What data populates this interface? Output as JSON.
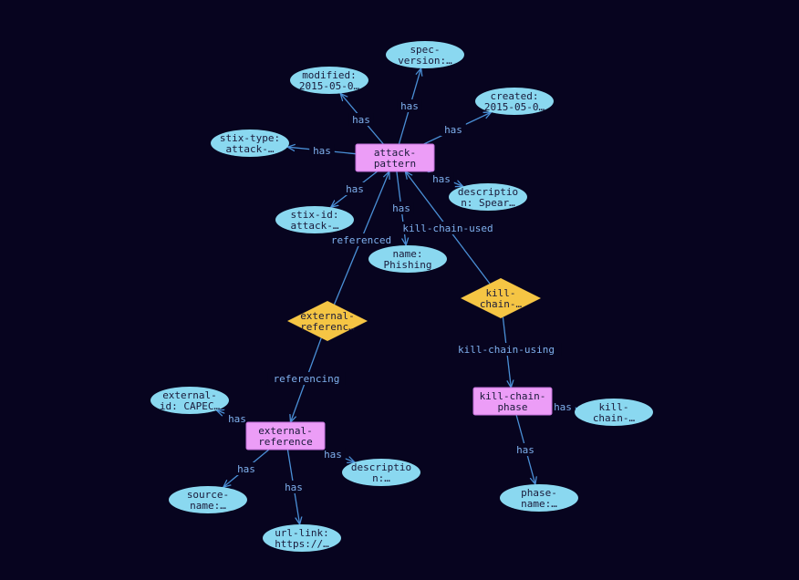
{
  "theme": {
    "background": "#07041f",
    "edge_color": "#4a8fd6",
    "edge_label_color": "#7fb0ee",
    "entity_fill": "#ec9df7",
    "entity_stroke": "#c26fd8",
    "property_fill": "#8ad8f0",
    "relation_fill": "#f5c544",
    "text_color": "#1a1a3a"
  },
  "nodes": [
    {
      "id": "attack-pattern",
      "kind": "entity",
      "lines": [
        "attack-",
        "pattern"
      ]
    },
    {
      "id": "spec-version",
      "kind": "property",
      "lines": [
        "spec-",
        "version:…"
      ]
    },
    {
      "id": "modified",
      "kind": "property",
      "lines": [
        "modified:",
        "2015-05-0…"
      ]
    },
    {
      "id": "created",
      "kind": "property",
      "lines": [
        "created:",
        "2015-05-0…"
      ]
    },
    {
      "id": "stix-type",
      "kind": "property",
      "lines": [
        "stix-type:",
        "attack-…"
      ]
    },
    {
      "id": "description-ap",
      "kind": "property",
      "lines": [
        "descriptio",
        "n: Spear…"
      ]
    },
    {
      "id": "stix-id",
      "kind": "property",
      "lines": [
        "stix-id:",
        "attack-…"
      ]
    },
    {
      "id": "name",
      "kind": "property",
      "lines": [
        "name:",
        "Phishing"
      ]
    },
    {
      "id": "kill-chain-rel",
      "kind": "relation",
      "lines": [
        "kill-",
        "chain-…"
      ]
    },
    {
      "id": "external-ref-rel",
      "kind": "relation",
      "lines": [
        "external-",
        "referenc…"
      ]
    },
    {
      "id": "kill-chain-phase",
      "kind": "entity",
      "lines": [
        "kill-chain-",
        "phase"
      ]
    },
    {
      "id": "kill-chain-name",
      "kind": "property",
      "lines": [
        "kill-",
        "chain-…"
      ]
    },
    {
      "id": "phase-name",
      "kind": "property",
      "lines": [
        "phase-",
        "name:…"
      ]
    },
    {
      "id": "external-reference",
      "kind": "entity",
      "lines": [
        "external-",
        "reference"
      ]
    },
    {
      "id": "external-id",
      "kind": "property",
      "lines": [
        "external-",
        "id: CAPEC…"
      ]
    },
    {
      "id": "description-er",
      "kind": "property",
      "lines": [
        "descriptio",
        "n:…"
      ]
    },
    {
      "id": "source-name",
      "kind": "property",
      "lines": [
        "source-",
        "name:…"
      ]
    },
    {
      "id": "url-link",
      "kind": "property",
      "lines": [
        "url-link:",
        "https://…"
      ]
    }
  ],
  "edges": [
    {
      "from": "attack-pattern",
      "to": "spec-version",
      "label": "has"
    },
    {
      "from": "attack-pattern",
      "to": "modified",
      "label": "has"
    },
    {
      "from": "attack-pattern",
      "to": "created",
      "label": "has"
    },
    {
      "from": "attack-pattern",
      "to": "stix-type",
      "label": "has"
    },
    {
      "from": "attack-pattern",
      "to": "description-ap",
      "label": "has"
    },
    {
      "from": "attack-pattern",
      "to": "stix-id",
      "label": "has"
    },
    {
      "from": "attack-pattern",
      "to": "name",
      "label": "has"
    },
    {
      "from": "kill-chain-rel",
      "to": "attack-pattern",
      "label": "kill-chain-used"
    },
    {
      "from": "kill-chain-rel",
      "to": "kill-chain-phase",
      "label": "kill-chain-using"
    },
    {
      "from": "external-ref-rel",
      "to": "attack-pattern",
      "label": "referenced"
    },
    {
      "from": "external-ref-rel",
      "to": "external-reference",
      "label": "referencing"
    },
    {
      "from": "kill-chain-phase",
      "to": "kill-chain-name",
      "label": "has"
    },
    {
      "from": "kill-chain-phase",
      "to": "phase-name",
      "label": "has"
    },
    {
      "from": "external-reference",
      "to": "external-id",
      "label": "has"
    },
    {
      "from": "external-reference",
      "to": "description-er",
      "label": "has"
    },
    {
      "from": "external-reference",
      "to": "source-name",
      "label": "has"
    },
    {
      "from": "external-reference",
      "to": "url-link",
      "label": "has"
    }
  ]
}
